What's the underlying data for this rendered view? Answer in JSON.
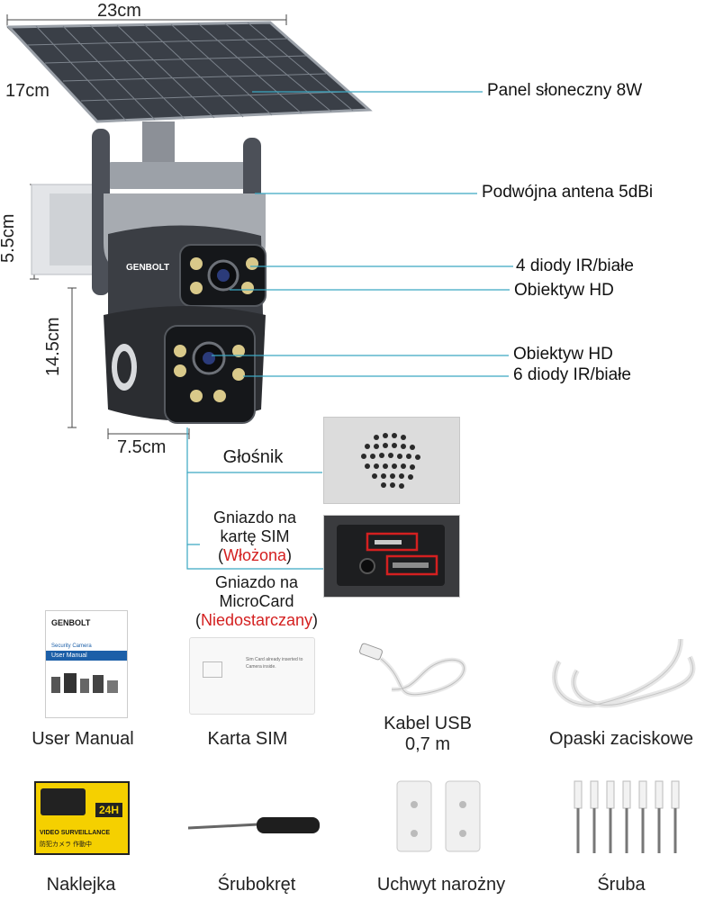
{
  "dimensions": {
    "width": "23cm",
    "depth": "17cm",
    "antenna_height": "5.5cm",
    "body_height": "14.5cm",
    "body_width": "7.5cm"
  },
  "brand": "GENBOLT",
  "callouts": {
    "solar_panel": "Panel słoneczny 8W",
    "antenna": "Podwójna antena 5dBi",
    "leds_top": "4 diody IR/białe",
    "lens_top": "Obiektyw HD",
    "lens_bottom": "Obiektyw HD",
    "leds_bottom": "6 diody IR/białe"
  },
  "ports": {
    "speaker": "Głośnik",
    "sim_line1": "Gniazdo na",
    "sim_line2": "kartę SIM",
    "sim_status_open": "(",
    "sim_status": "Włożona",
    "sim_status_close": ")",
    "micro_line1": "Gniazdo na",
    "micro_line2": "MicroCard",
    "micro_status_open": "(",
    "micro_status": "Niedostarczany",
    "micro_status_close": ")"
  },
  "manual_cover": {
    "brand": "GENBOLT",
    "subtitle": "Security Camera",
    "title": "User Manual"
  },
  "sim_card_text": "Sim Card already inserted to Camera inside.",
  "sticker": {
    "badge": "24H",
    "line1": "VIDEO SURVEILLANCE",
    "line2": "防犯カメラ 作動中"
  },
  "accessories": {
    "manual": "User Manual",
    "sim": "Karta SIM",
    "usb_line1": "Kabel USB",
    "usb_line2": "0,7 m",
    "ties": "Opaski zaciskowe",
    "sticker": "Naklejka",
    "screwdriver": "Śrubokręt",
    "bracket": "Uchwyt narożny",
    "screw": "Śruba"
  },
  "colors": {
    "callout_line": "#3aa7c2",
    "accent_red": "#d42020",
    "panel": "#3a3f47",
    "camera_body": "#2b2d31",
    "sticker_yellow": "#f5d000",
    "manual_blue": "#1c5fa8"
  }
}
